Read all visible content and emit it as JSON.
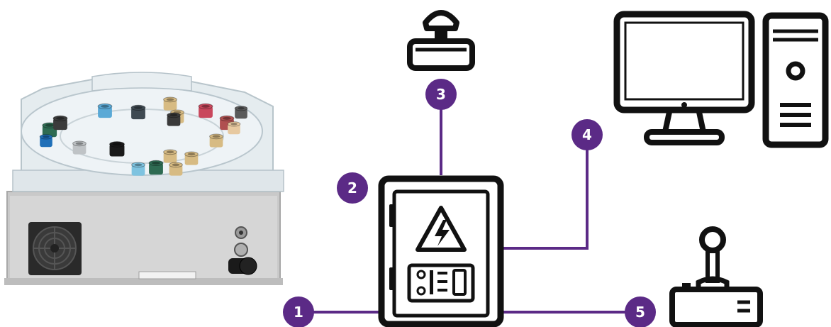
{
  "colors": {
    "accent": "#5b2a86",
    "icon": "#111111",
    "background": "#ffffff",
    "device_panel": "#cfcfcf",
    "acrylic": "#e4ebef"
  },
  "device": {
    "icon": "tabletop-feeder-device-photo",
    "rings": [
      {
        "color": "#2e6b52"
      },
      {
        "color": "#3b3b3b"
      },
      {
        "color": "#5aa9d6"
      },
      {
        "color": "#1f6fb8"
      },
      {
        "color": "#3f4a52"
      },
      {
        "color": "#d7bb83"
      },
      {
        "color": "#d7bb83"
      },
      {
        "color": "#c9485d"
      },
      {
        "color": "#3a3a3a"
      },
      {
        "color": "#b05050"
      },
      {
        "color": "#d7bb83"
      },
      {
        "color": "#bfc3c6"
      },
      {
        "color": "#1a1a1a"
      },
      {
        "color": "#d7bb83"
      },
      {
        "color": "#d7bb83"
      },
      {
        "color": "#2e6b52"
      },
      {
        "color": "#7ec3e0"
      },
      {
        "color": "#5a5a5a"
      },
      {
        "color": "#d7bb83"
      },
      {
        "color": "#e7c9a0"
      }
    ]
  },
  "icons": {
    "control_cabinet": "electrical-control-cabinet-icon",
    "warning": "high-voltage-warning-icon",
    "emergency_stop": "emergency-stop-button-icon",
    "computer": "desktop-computer-icon",
    "joystick": "joystick-controller-icon"
  },
  "badges": [
    {
      "id": "1",
      "label": "1"
    },
    {
      "id": "2",
      "label": "2"
    },
    {
      "id": "3",
      "label": "3"
    },
    {
      "id": "4",
      "label": "4"
    },
    {
      "id": "5",
      "label": "5"
    }
  ]
}
